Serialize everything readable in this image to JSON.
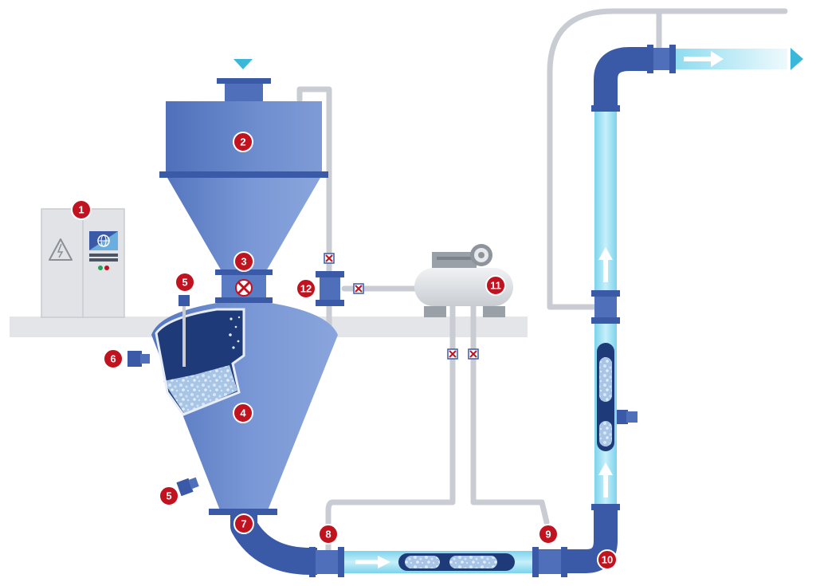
{
  "colors": {
    "pipe_dark": "#3a5aa8",
    "pipe_mid": "#4f6fba",
    "vessel": "#6f8fd0",
    "vessel_light": "#90abdd",
    "conveying_line": "#8fdcf0",
    "conveying_light": "#c9f0fa",
    "air_line": "#c9ccd2",
    "floor": "#e3e5e8",
    "callout": "#c1121f",
    "accent_cyan": "#3ab8da",
    "cabinet": "#e1e3e6"
  },
  "callouts": [
    {
      "label": "1",
      "refers_to": "control-cabinet"
    },
    {
      "label": "2",
      "refers_to": "feed-hopper"
    },
    {
      "label": "3",
      "refers_to": "inlet-valve"
    },
    {
      "label": "4",
      "refers_to": "pressure-vessel"
    },
    {
      "label": "5",
      "refers_to": "level-sensor-top"
    },
    {
      "label": "6",
      "refers_to": "side-fitting"
    },
    {
      "label": "5",
      "refers_to": "level-sensor-bottom"
    },
    {
      "label": "7",
      "refers_to": "outlet-valve"
    },
    {
      "label": "8",
      "refers_to": "air-injection-point-1"
    },
    {
      "label": "9",
      "refers_to": "air-injection-point-2"
    },
    {
      "label": "10",
      "refers_to": "pipe-bend"
    },
    {
      "label": "11",
      "refers_to": "compressor"
    },
    {
      "label": "12",
      "refers_to": "vent-valve"
    }
  ],
  "icons": {
    "cabinet_warning": "high-voltage-icon",
    "cabinet_screen": "globe-icon",
    "feed_marker": "triangle-down-icon",
    "outlet_marker": "triangle-right-icon",
    "flow": "arrow-icon"
  }
}
